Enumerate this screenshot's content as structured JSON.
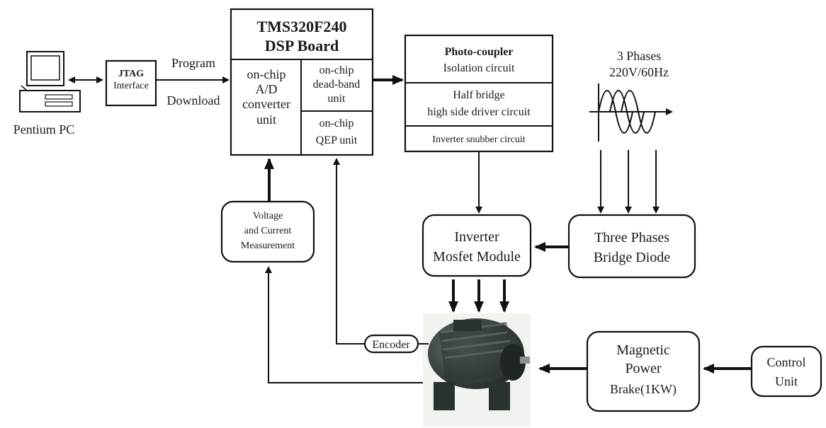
{
  "pc": {
    "label": "Pentium PC"
  },
  "jtag": {
    "line1": "JTAG",
    "line2": "Interface"
  },
  "link_labels": {
    "program": "Program",
    "download": "Download"
  },
  "dsp": {
    "title1": "TMS320F240",
    "title2": "DSP Board",
    "adc": [
      "on-chip",
      "A/D",
      "converter",
      "unit"
    ],
    "deadband": [
      "on-chip",
      "dead-band",
      "unit"
    ],
    "qep": [
      "on-chip",
      "QEP unit"
    ]
  },
  "driver": {
    "photo": [
      "Photo-coupler",
      "Isolation circuit"
    ],
    "halfbridge": [
      "Half bridge",
      "high side driver circuit"
    ],
    "snubber": "Inverter snubber circuit"
  },
  "supply": {
    "line1": "3 Phases",
    "line2": "220V/60Hz"
  },
  "inverter": [
    "Inverter",
    "Mosfet Module"
  ],
  "diode": [
    "Three Phases",
    "Bridge Diode"
  ],
  "measure": [
    "Voltage",
    "and Current",
    "Measurement"
  ],
  "encoder": "Encoder",
  "brake": [
    "Magnetic",
    "Power",
    "Brake(1KW)"
  ],
  "control": [
    "Control",
    "Unit"
  ],
  "colors": {
    "line": "#111111",
    "motor_body": "#3c4642",
    "motor_shadow": "#1f2624"
  }
}
